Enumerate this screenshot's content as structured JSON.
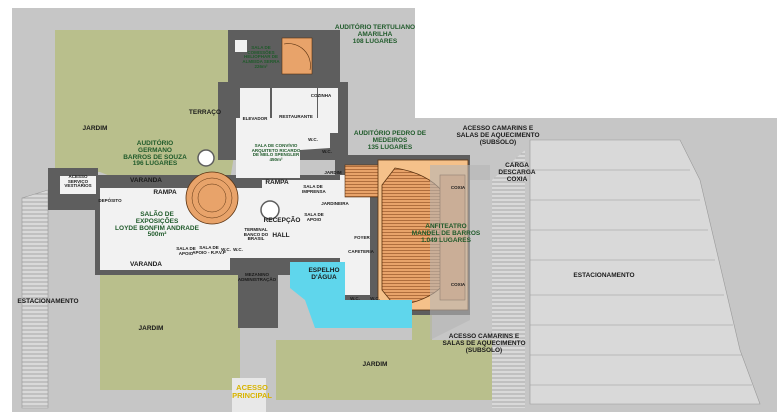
{
  "labels": {
    "auditorio_tertuliano": "AUDITÓRIO TERTULIANO\nAMARILHA\n108 LUGARES",
    "sala_comissoes": "SALA DE\nCOMISSÕES\nHELIOPHAR DE\nALMEIDA SERRA\n226m²",
    "terraco": "TERRAÇO",
    "elevador": "ELEVADOR",
    "restaurante": "RESTAURANTE",
    "cozinha": "COZINHA",
    "jardim_nw": "JARDIM",
    "auditorio_germano": "AUDITÓRIO\nGERMANO\nBARROS DE SOUZA\n196 LUGARES",
    "sala_convivio": "SALA DE CONVÍVIO\nARQUITETO RICARDO\nDE MELO SPENGLER\n450m²",
    "wc_top_1": "W.C.",
    "wc_top_2": "W.C.",
    "auditorio_pedro": "AUDITÓRIO PEDRO DE\nMEDEIROS\n135 LUGARES",
    "acesso_camarins_top": "ACESSO CAMARINS E\nSALAS DE AQUECIMENTO\n(SUBSOLO)",
    "carga_descarga": "CARGA\nDESCARGA\nCOXIA",
    "acesso_servico": "ACESSO SERVIÇO\nVESTIÁRIOS",
    "deposito": "DEPÓSITO",
    "varanda_top": "VARANDA",
    "rampa_left": "RAMPA",
    "rampa_center": "RAMPA",
    "salao_exposicoes": "SALÃO DE\nEXPOSIÇÕES\nLOYDE BONFIM ANDRADE\n500m²",
    "sala_imprensa": "SALA DE\nIMPRENSA",
    "jardim_center": "JARDIM",
    "jardineira": "JARDINEIRA",
    "sala_apoio_top": "SALA DE\nAPOIO",
    "foyer": "FOYER",
    "coxia_top": "COXIA",
    "anfiteatro": "ANFITEATRO\nMANDEL DE BARROS\n1.049 LUGARES",
    "recepcao": "RECEPÇÃO",
    "terminal_banco": "TERMINAL\nBANCO DO BRASIL",
    "hall": "HALL",
    "sala_apoio_bottom": "SALA DE\nAPOIO",
    "sala_apoio_rpvp": "SALA DE\nAPOIO - R.P.V.P",
    "wc_left_1": "W.C.",
    "wc_left_2": "W.C.",
    "varanda_bottom": "VARANDA",
    "cafeteria": "CAFETERIA",
    "espelho_dagua": "ESPELHO\nD'ÁGUA",
    "mezanino": "MEZANINO\nADMINISTRAÇÃO",
    "wc_bottom_1": "W.C.",
    "wc_bottom_2": "W.C.",
    "coxia_bottom": "COXIA",
    "estacionamento_right": "ESTACIONAMENTO",
    "estacionamento_left": "ESTACIONAMENTO",
    "jardim_sw": "JARDIM",
    "acesso_camarins_bottom": "ACESSO CAMARINS E\nSALAS DE AQUECIMENTO\n(SUBSOLO)",
    "jardim_south": "JARDIM",
    "acesso_principal": "ACESSO\nPRINCIPAL"
  },
  "colors": {
    "garden": "#b9bf8c",
    "paved": "#c6c6c6",
    "parking": "#d9d9d9",
    "building_dark": "#5e5e5e",
    "floor": "#f2f2f2",
    "auditorium": "#e8a36a",
    "water": "#5fd6ec",
    "text_green": "#1f5a2a",
    "accent_yellow": "#d8b400"
  }
}
